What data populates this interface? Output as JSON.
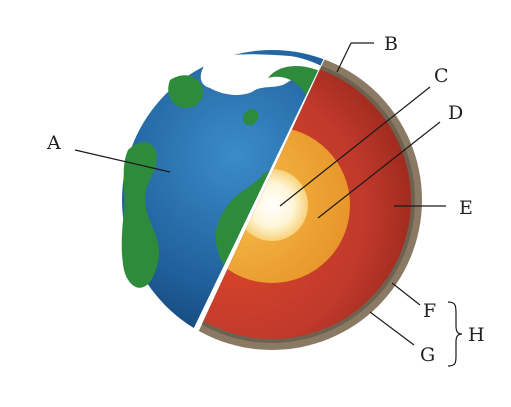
{
  "labels": {
    "A": "A",
    "B": "B",
    "C": "C",
    "D": "D",
    "E": "E",
    "F": "F",
    "G": "G",
    "H": "H"
  },
  "colors": {
    "ocean": "#1f5f9a",
    "land": "#2e8b3c",
    "ice": "#ffffff",
    "crust": "#8a7a63",
    "mantle": "#c0392b",
    "outer_core": "#f0a72a",
    "inner_core": "#fff6d8"
  }
}
